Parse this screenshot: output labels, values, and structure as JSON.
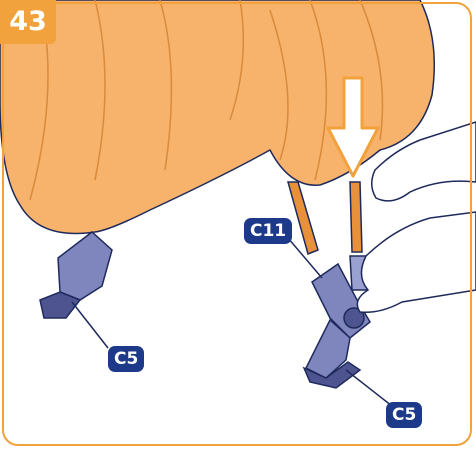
{
  "step": {
    "number": "43"
  },
  "labels": {
    "c11": "C11",
    "c5_left": "C5",
    "c5_right": "C5"
  },
  "colors": {
    "fabric": "#f7b26b",
    "fabric_shadow": "#e8963e",
    "part": "#7f86bd",
    "part_dark": "#4d548f",
    "badge": "#f2a23c",
    "label": "#1d3a8a",
    "skin": "#ffffff",
    "outline": "#1f2a5c"
  }
}
